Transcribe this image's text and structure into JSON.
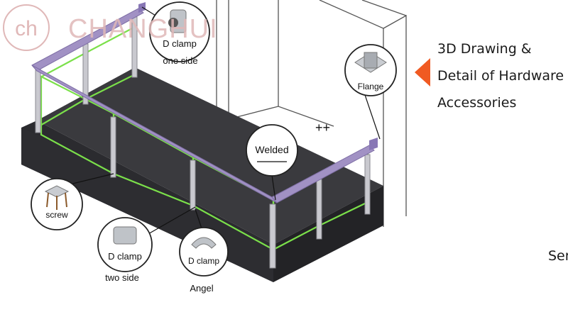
{
  "brand": {
    "name": "CHANGHUI",
    "logo_mark": "ch"
  },
  "side_panel": {
    "lines": [
      "3D Drawing &",
      "Detail of Hardware",
      "Accessories"
    ],
    "arrow_color": "#f05a22",
    "partial_text": "Ser"
  },
  "callouts": {
    "d_clamp_one_side": {
      "line1": "D clamp",
      "line2": "one side"
    },
    "flange": {
      "label": "Flange"
    },
    "welded": {
      "label": "Welded"
    },
    "screw": {
      "label": "screw"
    },
    "d_clamp_two_side": {
      "line1": "D clamp",
      "line2": "two side"
    },
    "d_clamp_angel": {
      "line1": "D clamp",
      "line2": "Angel"
    }
  },
  "plus_marks": "++",
  "colors": {
    "handrail": "#a191c4",
    "glass_edge": "#7be04a",
    "deck": "#2f2f33",
    "post": "#c9c9cf",
    "building_line": "#555555"
  }
}
